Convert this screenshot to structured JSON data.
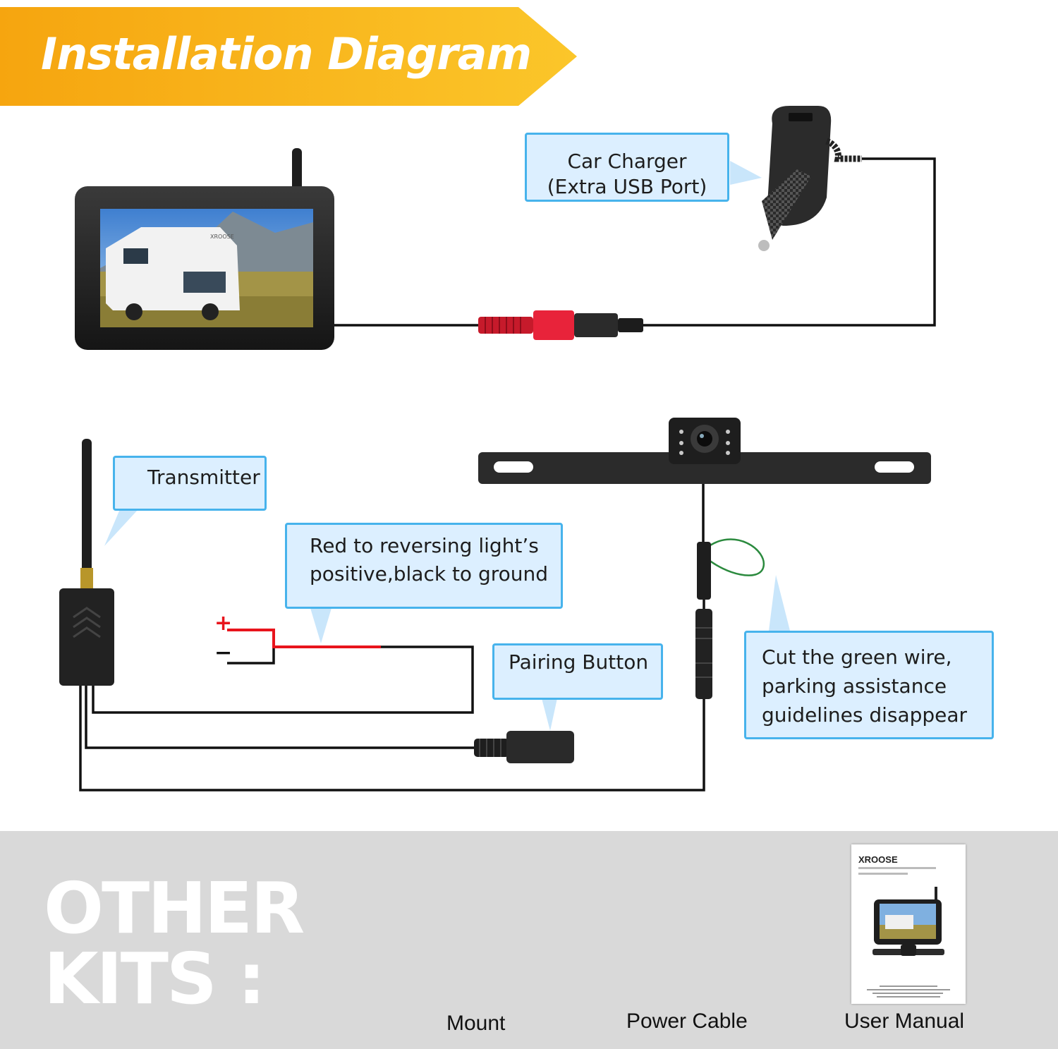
{
  "title": "Installation Diagram",
  "colors": {
    "banner": "#f7b016",
    "callout_fill": "#dcefff",
    "callout_border": "#47b3ec",
    "wire": "#111111",
    "wire_red": "#e8141c",
    "wire_green": "#2b8a3e",
    "panel": "#d9d9d9"
  },
  "callouts": {
    "car_charger": [
      "Car Charger",
      "(Extra USB Port)"
    ],
    "transmitter": [
      "Transmitter"
    ],
    "red_black": [
      "Red to reversing light’s",
      "positive,black to ground"
    ],
    "pairing": [
      "Pairing Button"
    ],
    "green_wire": [
      "Cut the green wire,",
      "parking  assistance",
      "guidelines disappear"
    ]
  },
  "polarity": {
    "plus": "+",
    "minus": "−"
  },
  "monitor_brand": "XROOSE",
  "other_kits": {
    "heading": [
      "OTHER",
      "KITS :"
    ],
    "items": [
      "Mount",
      "Power Cable",
      "User Manual"
    ]
  },
  "manual": {
    "brand": "XROOSE"
  }
}
